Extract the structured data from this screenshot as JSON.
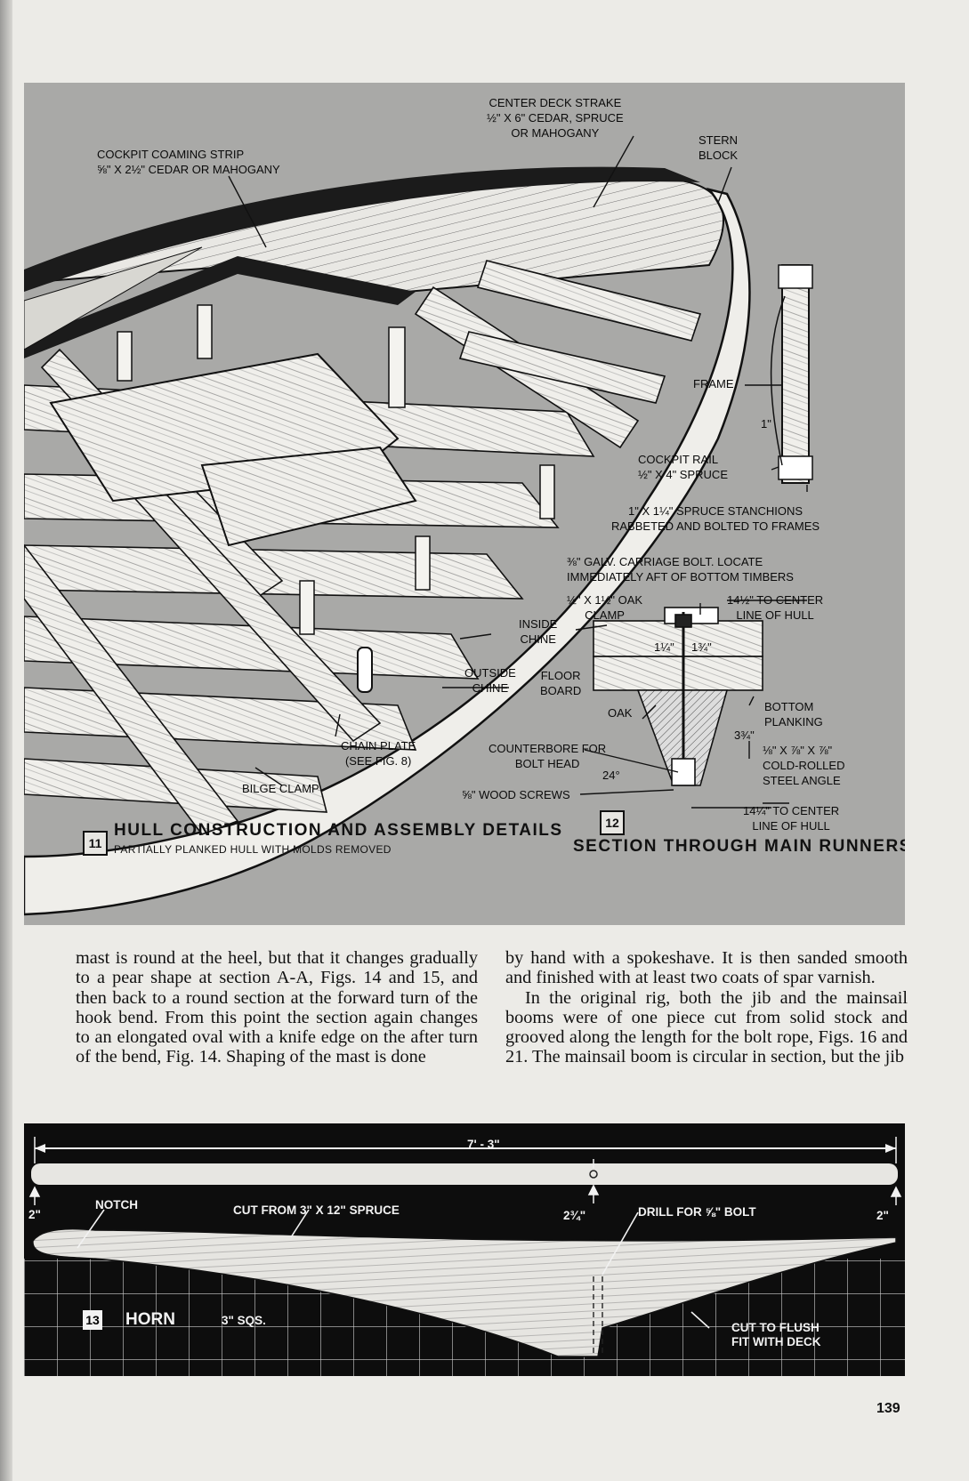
{
  "figure_top": {
    "fig11": {
      "number": "11",
      "title": "HULL CONSTRUCTION AND ASSEMBLY DETAILS",
      "subtitle": "PARTIALLY PLANKED HULL WITH MOLDS REMOVED"
    },
    "fig12": {
      "number": "12",
      "title": "SECTION THROUGH MAIN RUNNERS"
    },
    "labels": {
      "center_deck_strake": "CENTER DECK STRAKE\n½\" X 6\" CEDAR, SPRUCE\nOR MAHOGANY",
      "cockpit_coaming": "COCKPIT COAMING STRIP\n⅝\" X 2½\" CEDAR OR MAHOGANY",
      "stern_block": "STERN\nBLOCK",
      "frame": "FRAME",
      "one_inch": "1\"",
      "cockpit_rail": "COCKPIT RAIL\n½\" X 4\" SPRUCE",
      "stanchions": "1\" X 1¼\" SPRUCE STANCHIONS\nRABBETED AND BOLTED TO FRAMES",
      "carriage_bolt": "⅜\" GALV. CARRIAGE BOLT. LOCATE\nIMMEDIATELY AFT OF BOTTOM TIMBERS",
      "oak_clamp": "½\" X 1½\" OAK\nCLAMP",
      "to_center_top": "14½\" TO CENTER\nLINE OF HULL",
      "inside_chine": "INSIDE\nCHINE",
      "outside_chine": "OUTSIDE\nCHINE",
      "floor_board": "FLOOR\nBOARD",
      "dim_1_1_4": "1¼\"",
      "dim_1_3_4": "1¾\"",
      "bottom_planking": "BOTTOM\nPLANKING",
      "oak": "OAK",
      "dim_3_3_4": "3¾\"",
      "steel_angle": "⅛\" X ⅞\" X ⅞\"\nCOLD-ROLLED\nSTEEL ANGLE",
      "counterbore": "COUNTERBORE FOR\nBOLT HEAD",
      "angle_24": "24°",
      "wood_screws": "⅝\" WOOD SCREWS",
      "to_center_bottom": "14¼\" TO CENTER\nLINE OF HULL",
      "chain_plate": "CHAIN PLATE\n(SEE FIG. 8)",
      "bilge_clamp": "BILGE CLAMP"
    }
  },
  "text": {
    "left_column": "mast is round at the heel, but that it changes gradually to a pear shape at section A-A, Figs. 14 and 15, and then back to a round section at the forward turn of the hook bend. From this point the section again changes to an elongated oval with a knife edge on the after turn of the bend, Fig. 14. Shaping of the mast is done",
    "right_p1": "by hand with a spokeshave. It is then sanded smooth and finished with at least two coats of spar varnish.",
    "right_p2": "In the original rig, both the jib and the mainsail booms were of one piece cut from solid stock and grooved along the length for the bolt rope, Figs. 16 and 21. The mainsail boom is circular in section, but the jib"
  },
  "figure_bottom": {
    "number": "13",
    "title": "HORN",
    "grid": "3\" SQS.",
    "length": "7' - 3\"",
    "dim_left": "2\"",
    "dim_mid": "2¾\"",
    "dim_right": "2\"",
    "notch": "NOTCH",
    "cut_from": "CUT FROM 3\" X 12\" SPRUCE",
    "drill": "DRILL FOR ⅝\" BOLT",
    "cut_flush": "CUT TO FLUSH\nFIT WITH DECK"
  },
  "page_number": "139"
}
